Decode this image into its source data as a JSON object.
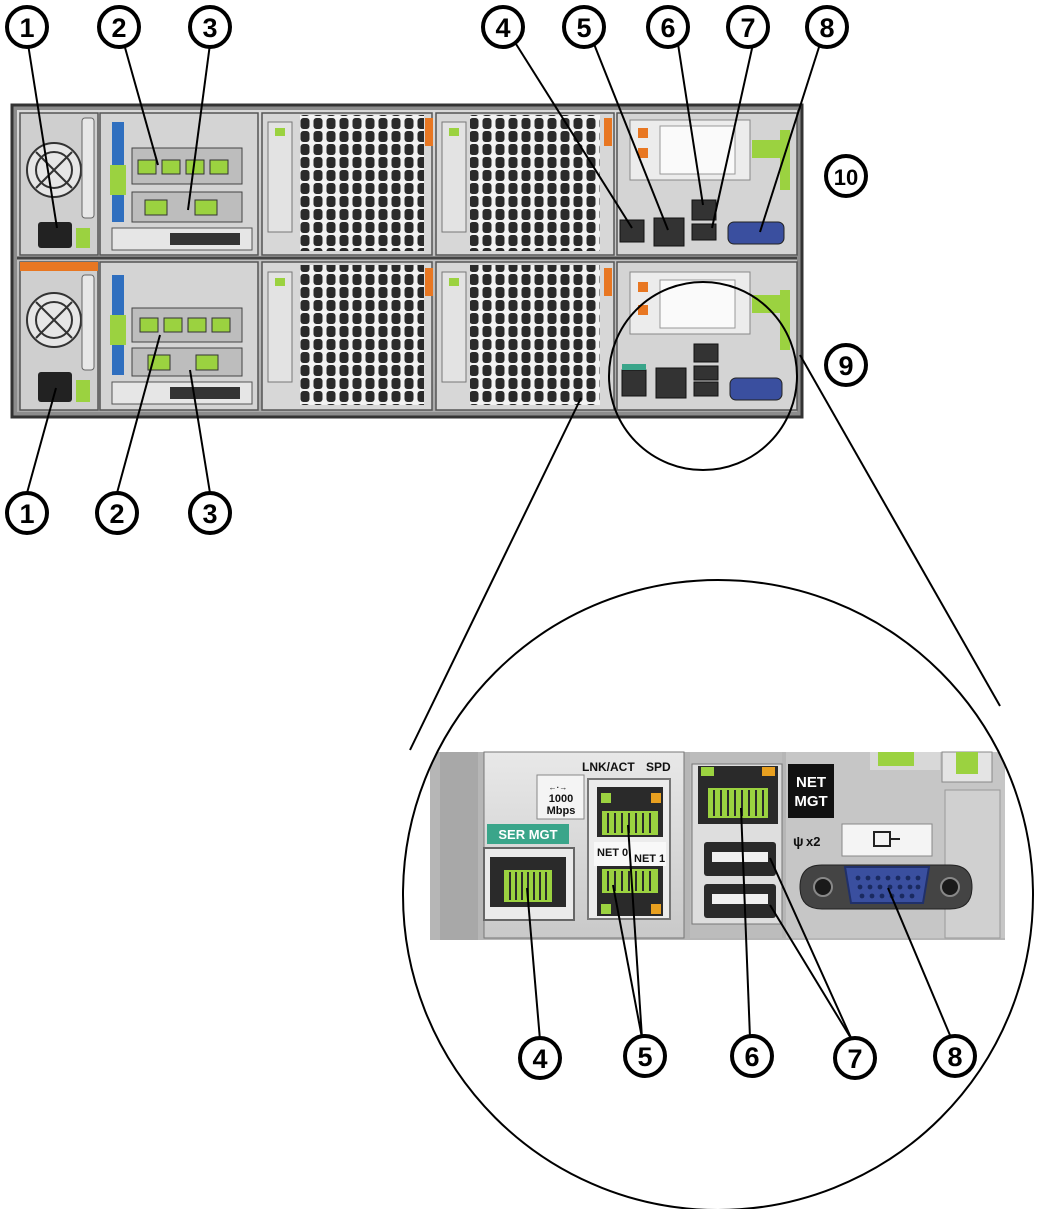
{
  "callouts": {
    "c1": "1",
    "c2": "2",
    "c3": "3",
    "c4": "4",
    "c5": "5",
    "c6": "6",
    "c7": "7",
    "c8": "8",
    "c9": "9",
    "c10": "10"
  },
  "port_labels": {
    "ser_mgt": "SER MGT",
    "lnk_act": "LNK/ACT",
    "spd": "SPD",
    "speed_line1": "1000",
    "speed_line2": "Mbps",
    "net0": "NET 0",
    "net1": "NET 1",
    "net_mgt_line1": "NET",
    "net_mgt_line2": "MGT",
    "usb_count": "x2"
  },
  "colors": {
    "chassis": "#bdbdbd",
    "chassis_dark": "#6e6e6e",
    "fan_grill": "#2a2a2a",
    "port_green": "#9bd240",
    "accent_orange": "#e87722",
    "vga_blue": "#3a4f9f",
    "ser_mgt_teal": "#3aa58a",
    "pcie_blue": "#2f6fbf"
  },
  "icons": [
    "power-supply-fan-icon",
    "vga-port-icon",
    "usb-icon",
    "ethernet-port-icon",
    "grill-icon"
  ]
}
